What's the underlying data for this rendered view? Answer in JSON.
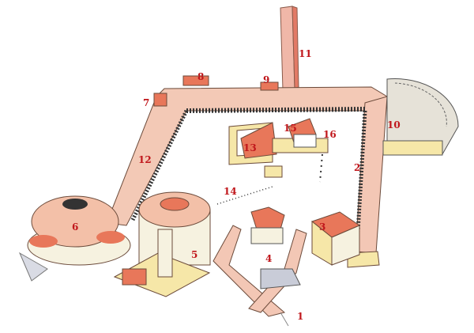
{
  "labels": [
    "1",
    "2",
    "3",
    "4",
    "5",
    "6",
    "7",
    "8",
    "9",
    "10",
    "11",
    "12",
    "13",
    "14",
    "15",
    "16"
  ],
  "colors": {
    "label": "#c0161b",
    "roof": "#e8775a",
    "wall": "#f6e7a8",
    "colonnade": "#e9a9a0",
    "shadow": "#b9bcc8"
  }
}
